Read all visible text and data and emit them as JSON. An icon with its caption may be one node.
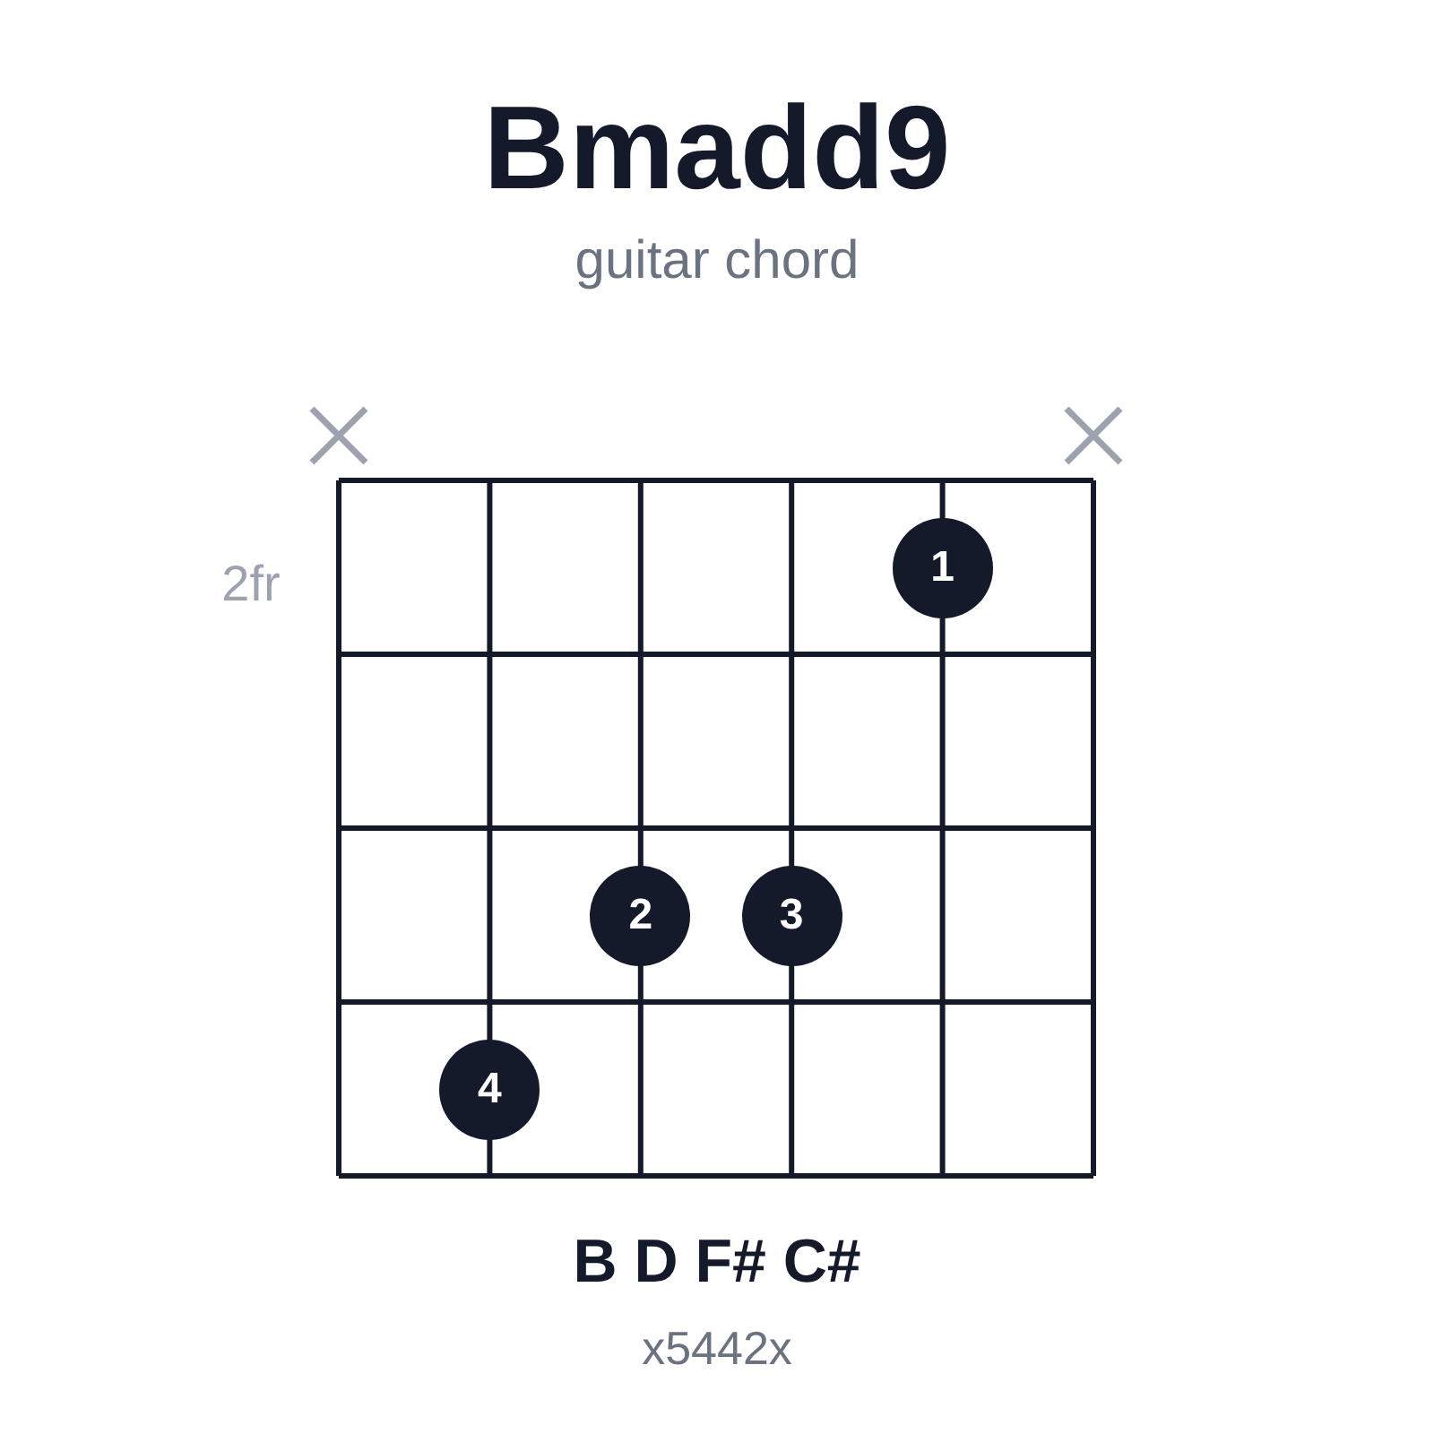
{
  "diagram": {
    "title": "Bmadd9",
    "nodes": [
      {
        "text": [
          "1"
        ]
      },
      {
        "text": [
          "2"
        ]
      },
      {
        "text": [
          "3"
        ]
      },
      {
        "text": [
          "4"
        ]
      }
    ],
    "labels": [
      "guitar chord",
      "2fr",
      "B D F# C#",
      "x5442x"
    ]
  }
}
